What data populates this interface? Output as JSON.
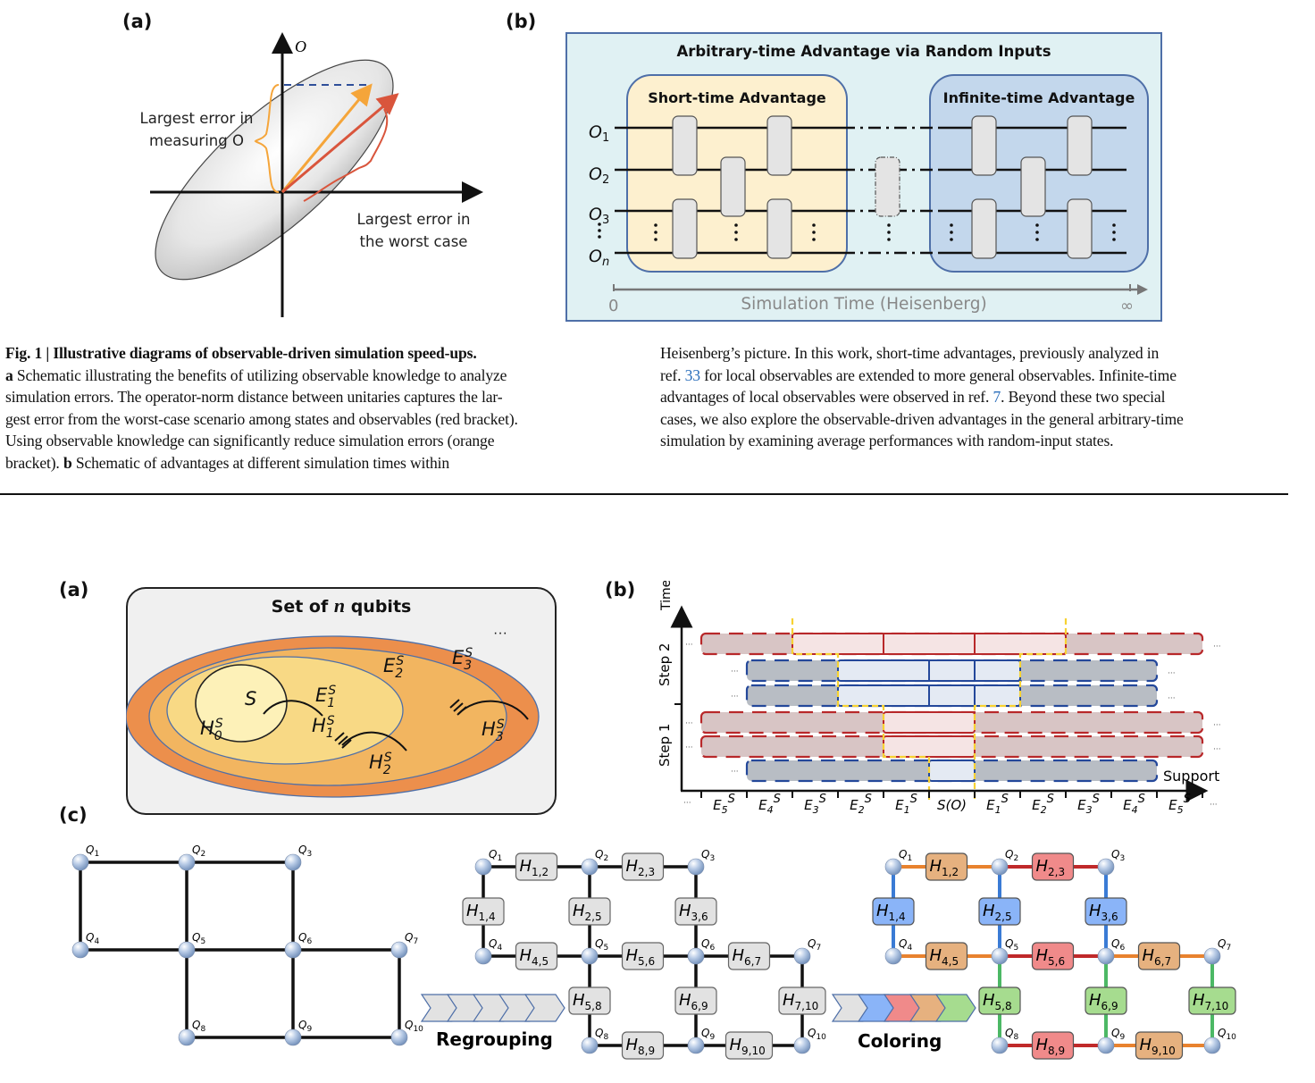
{
  "figure1": {
    "panel_a": {
      "label": "(a)",
      "axis_label": "O",
      "bracket_orange_label": [
        "Largest error in",
        "measuring O"
      ],
      "bracket_red_label": [
        "Largest error in",
        "the worst case"
      ],
      "colors": {
        "orange": "#f5a53a",
        "red": "#d9553c",
        "dash": "#2f4f9a"
      }
    },
    "panel_b": {
      "label": "(b)",
      "title": "Arbitrary-time Advantage via Random Inputs",
      "short_box": "Short-time Advantage",
      "infinite_box": "Infinite-time Advantage",
      "observables": [
        "O",
        "O",
        "O",
        "O"
      ],
      "observable_subs": [
        "1",
        "2",
        "3",
        "n"
      ],
      "axis_label": "Simulation Time (Heisenberg)",
      "axis_start": "0",
      "axis_end": "∞",
      "colors": {
        "background": "#e0f1f3",
        "short": "#fdf0cf",
        "infinite": "#c3d7ec",
        "gate": "#e4e4e4"
      }
    },
    "caption": {
      "title": "Fig. 1 | Illustrative diagrams of observable-driven simulation speed-ups.",
      "lines_left": [
        {
          "bold": "a",
          "text": " Schematic illustrating the benefits of utilizing observable knowledge to analyze"
        },
        {
          "bold": "",
          "text": "simulation errors. The operator-norm distance between unitaries captures the lar-"
        },
        {
          "bold": "",
          "text": "gest error from the worst-case scenario among states and observables (red bracket)."
        },
        {
          "bold": "",
          "text": "Using observable knowledge can significantly reduce simulation errors (orange"
        },
        {
          "bold": "",
          "text": "bracket). "
        }
      ],
      "line_left_last_bold": "b",
      "line_left_last_text": " Schematic of advantages at different simulation times within",
      "lines_right": [
        {
          "pre": "Heisenberg’s picture. In this work, short-time advantages, previously analyzed in",
          "ref": "",
          "post": ""
        },
        {
          "pre": "ref. ",
          "ref": "33",
          "post": " for local observables are extended to more general observables. Infinite-time"
        },
        {
          "pre": "advantages of local observables were observed in ref. ",
          "ref": "7",
          "post": ". Beyond these two special"
        },
        {
          "pre": "cases, we also explore the observable-driven advantages in the general arbitrary-time",
          "ref": "",
          "post": ""
        },
        {
          "pre": "simulation by examining average performances with random-input states.",
          "ref": "",
          "post": ""
        }
      ]
    }
  },
  "figure2": {
    "panel_a": {
      "label": "(a)",
      "title_pre": "Set of ",
      "title_var": "n",
      "title_post": " qubits",
      "ellipsis": "···",
      "regions": [
        {
          "name": "S",
          "hamiltonian": "H",
          "sub": "0",
          "sup": "S"
        },
        {
          "name": "E",
          "sub": "1",
          "sup": "S",
          "hamiltonian_sub": "1"
        },
        {
          "name": "E",
          "sub": "2",
          "sup": "S",
          "hamiltonian_sub": "2"
        },
        {
          "name": "E",
          "sub": "3",
          "sup": "S",
          "hamiltonian_sub": "3"
        }
      ],
      "colors": {
        "outer": "#ec8f4c",
        "mid": "#f2b560",
        "inner": "#f8d985",
        "core": "#fdf1b8",
        "box": "#f0f0f0"
      }
    },
    "panel_b": {
      "label": "(b)",
      "y_axis": "Time",
      "x_axis": "Support",
      "steps": [
        "Step 1",
        "Step 2"
      ],
      "ticks": [
        {
          "base": "E",
          "sub": "5",
          "sup": "S"
        },
        {
          "base": "E",
          "sub": "4",
          "sup": "S"
        },
        {
          "base": "E",
          "sub": "3",
          "sup": "S"
        },
        {
          "base": "E",
          "sub": "2",
          "sup": "S"
        },
        {
          "base": "E",
          "sub": "1",
          "sup": "S"
        },
        {
          "base": "S(O)",
          "sub": "",
          "sup": ""
        },
        {
          "base": "E",
          "sub": "1",
          "sup": "S"
        },
        {
          "base": "E",
          "sub": "2",
          "sup": "S"
        },
        {
          "base": "E",
          "sub": "3",
          "sup": "S"
        },
        {
          "base": "E",
          "sub": "4",
          "sup": "S"
        },
        {
          "base": "E",
          "sub": "5",
          "sup": "S"
        }
      ],
      "ellipsis": "···",
      "colors": {
        "red": "#b8282a",
        "blue": "#24489a",
        "yellow": "#f7d233",
        "red_fill": "#d8c5c5",
        "blue_fill": "#b8bdc4",
        "red_active": "#f5e4e4",
        "blue_active": "#e4eaf3"
      }
    },
    "panel_c": {
      "label": "(c)",
      "qubits": [
        "Q1",
        "Q2",
        "Q3",
        "Q4",
        "Q5",
        "Q6",
        "Q7",
        "Q8",
        "Q9",
        "Q10"
      ],
      "qubit_subs": [
        "1",
        "2",
        "3",
        "4",
        "5",
        "6",
        "7",
        "8",
        "9",
        "10"
      ],
      "terms": [
        {
          "sub": "1,2",
          "color": "orange"
        },
        {
          "sub": "2,3",
          "color": "red"
        },
        {
          "sub": "1,4",
          "color": "blue"
        },
        {
          "sub": "2,5",
          "color": "blue"
        },
        {
          "sub": "3,6",
          "color": "blue"
        },
        {
          "sub": "4,5",
          "color": "orange"
        },
        {
          "sub": "5,6",
          "color": "red"
        },
        {
          "sub": "6,7",
          "color": "orange"
        },
        {
          "sub": "5,8",
          "color": "green"
        },
        {
          "sub": "6,9",
          "color": "green"
        },
        {
          "sub": "7,10",
          "color": "green"
        },
        {
          "sub": "8,9",
          "color": "red"
        },
        {
          "sub": "9,10",
          "color": "orange"
        }
      ],
      "step1_label": "Regrouping",
      "step2_label": "Coloring",
      "colors": {
        "blue": "#8ab4f8",
        "blue_line": "#3a7bd5",
        "red": "#f08a8a",
        "red_line": "#c0292a",
        "orange": "#e6b17f",
        "orange_line": "#e8822e",
        "green": "#a6dc8f",
        "green_line": "#4cb865",
        "gray": "#e2e2e2"
      }
    }
  }
}
